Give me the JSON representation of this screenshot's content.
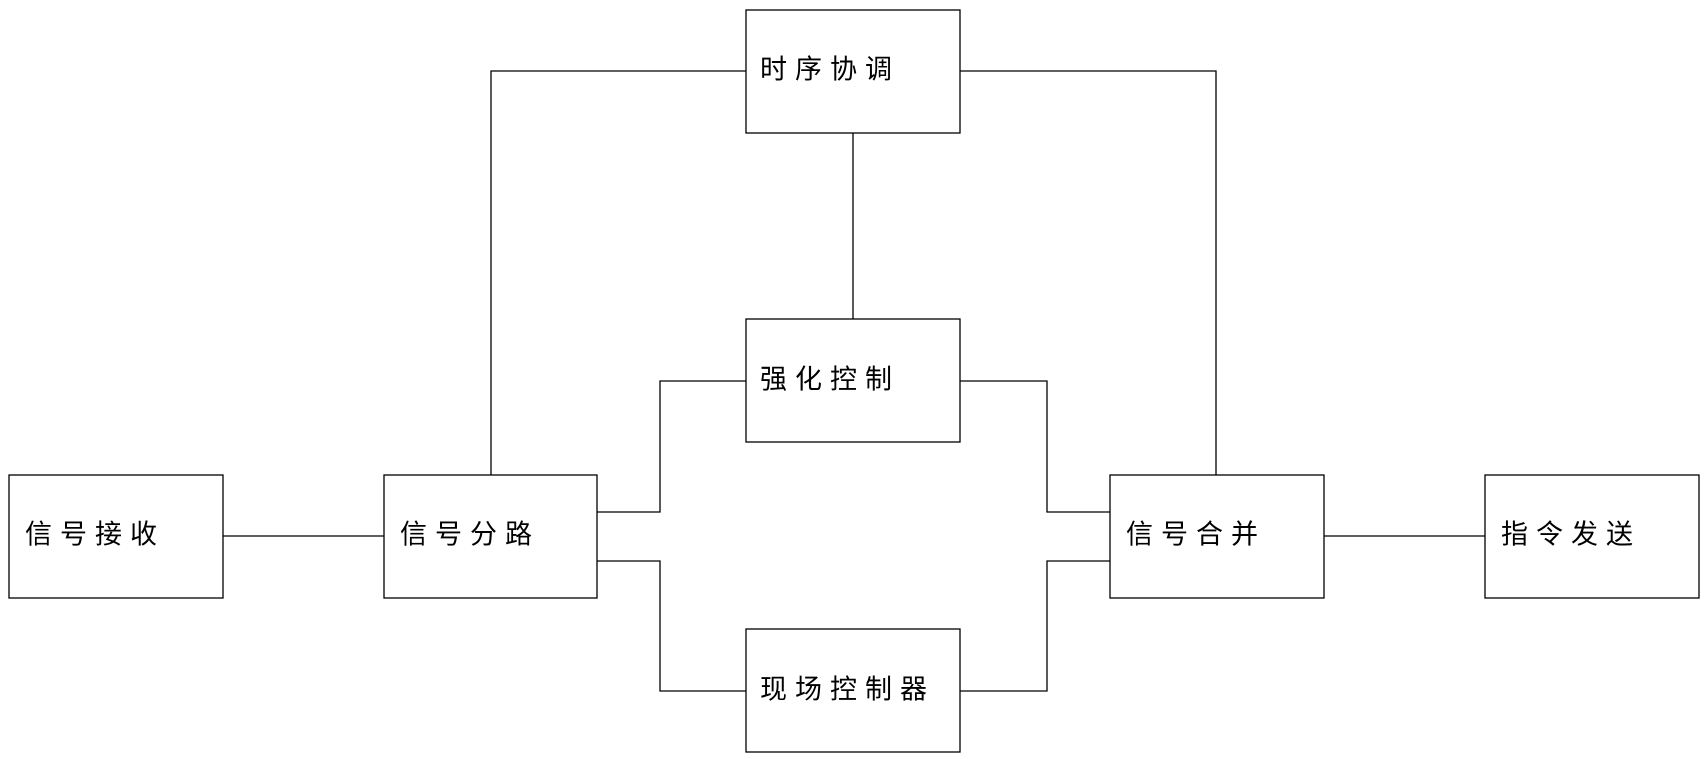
{
  "nodes": {
    "timing": {
      "label": "时序协调"
    },
    "enhance": {
      "label": "强化控制"
    },
    "receive": {
      "label": "信号接收"
    },
    "split": {
      "label": "信号分路"
    },
    "merge": {
      "label": "信号合并"
    },
    "send": {
      "label": "指令发送"
    },
    "field": {
      "label": "现场控制器"
    }
  },
  "colors": {
    "line": "#000000",
    "background": "#ffffff"
  }
}
